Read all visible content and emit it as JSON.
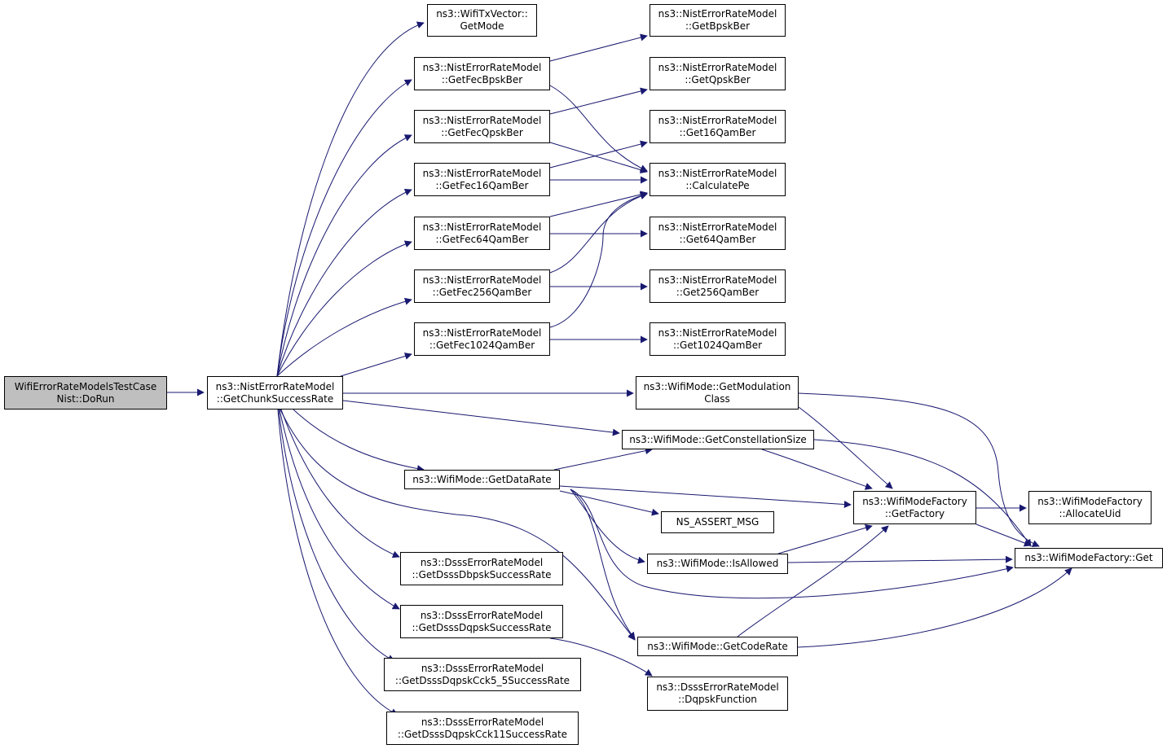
{
  "colors": {
    "edge": "#191970",
    "node_border": "#000000",
    "root_fill": "#bfbfbf",
    "node_fill": "#ffffff"
  },
  "nodes": {
    "root": [
      "WifiErrorRateModelsTestCase",
      "Nist::DoRun"
    ],
    "getChunkSuccessRate": [
      "ns3::NistErrorRateModel",
      "::GetChunkSuccessRate"
    ],
    "txGetMode": [
      "ns3::WifiTxVector::",
      "GetMode"
    ],
    "getFecBpskBer": [
      "ns3::NistErrorRateModel",
      "::GetFecBpskBer"
    ],
    "getFecQpskBer": [
      "ns3::NistErrorRateModel",
      "::GetFecQpskBer"
    ],
    "getFec16QamBer": [
      "ns3::NistErrorRateModel",
      "::GetFec16QamBer"
    ],
    "getFec64QamBer": [
      "ns3::NistErrorRateModel",
      "::GetFec64QamBer"
    ],
    "getFec256QamBer": [
      "ns3::NistErrorRateModel",
      "::GetFec256QamBer"
    ],
    "getFec1024QamBer": [
      "ns3::NistErrorRateModel",
      "::GetFec1024QamBer"
    ],
    "getBpskBer": [
      "ns3::NistErrorRateModel",
      "::GetBpskBer"
    ],
    "getQpskBer": [
      "ns3::NistErrorRateModel",
      "::GetQpskBer"
    ],
    "get16QamBer": [
      "ns3::NistErrorRateModel",
      "::Get16QamBer"
    ],
    "calculatePe": [
      "ns3::NistErrorRateModel",
      "::CalculatePe"
    ],
    "get64QamBer": [
      "ns3::NistErrorRateModel",
      "::Get64QamBer"
    ],
    "get256QamBer": [
      "ns3::NistErrorRateModel",
      "::Get256QamBer"
    ],
    "get1024QamBer": [
      "ns3::NistErrorRateModel",
      "::Get1024QamBer"
    ],
    "getModulationClass": [
      "ns3::WifiMode::GetModulation",
      "Class"
    ],
    "getConstellationSize": [
      "ns3::WifiMode::GetConstellationSize"
    ],
    "getDataRate": [
      "ns3::WifiMode::GetDataRate"
    ],
    "getFactory": [
      "ns3::WifiModeFactory",
      "::GetFactory"
    ],
    "allocateUid": [
      "ns3::WifiModeFactory",
      "::AllocateUid"
    ],
    "nsAssertMsg": [
      "NS_ASSERT_MSG"
    ],
    "isAllowed": [
      "ns3::WifiMode::IsAllowed"
    ],
    "factoryGet": [
      "ns3::WifiModeFactory::Get"
    ],
    "getDsssDbpsk": [
      "ns3::DsssErrorRateModel",
      "::GetDsssDbpskSuccessRate"
    ],
    "getDsssDqpsk": [
      "ns3::DsssErrorRateModel",
      "::GetDsssDqpskSuccessRate"
    ],
    "getDsssCck55": [
      "ns3::DsssErrorRateModel",
      "::GetDsssDqpskCck5_5SuccessRate"
    ],
    "getDsssCck11": [
      "ns3::DsssErrorRateModel",
      "::GetDsssDqpskCck11SuccessRate"
    ],
    "getCodeRate": [
      "ns3::WifiMode::GetCodeRate"
    ],
    "dqpskFunction": [
      "ns3::DsssErrorRateModel",
      "::DqpskFunction"
    ]
  }
}
